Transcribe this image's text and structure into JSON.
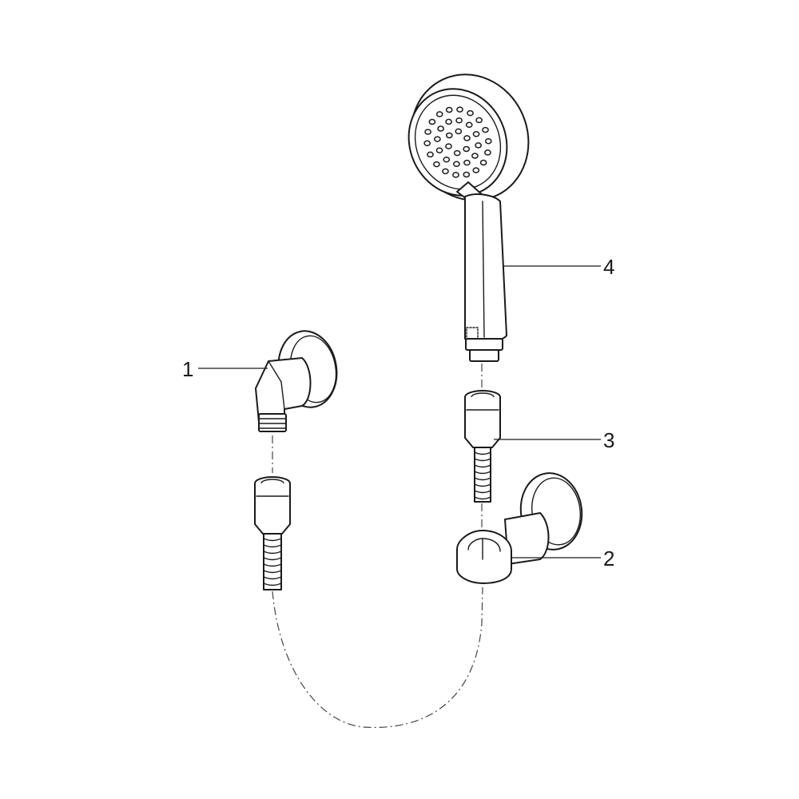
{
  "callouts": [
    {
      "number": "1",
      "part": "wall-outlet-elbow"
    },
    {
      "number": "2",
      "part": "wall-holder"
    },
    {
      "number": "3",
      "part": "hose-connector"
    },
    {
      "number": "4",
      "part": "hand-shower"
    }
  ]
}
